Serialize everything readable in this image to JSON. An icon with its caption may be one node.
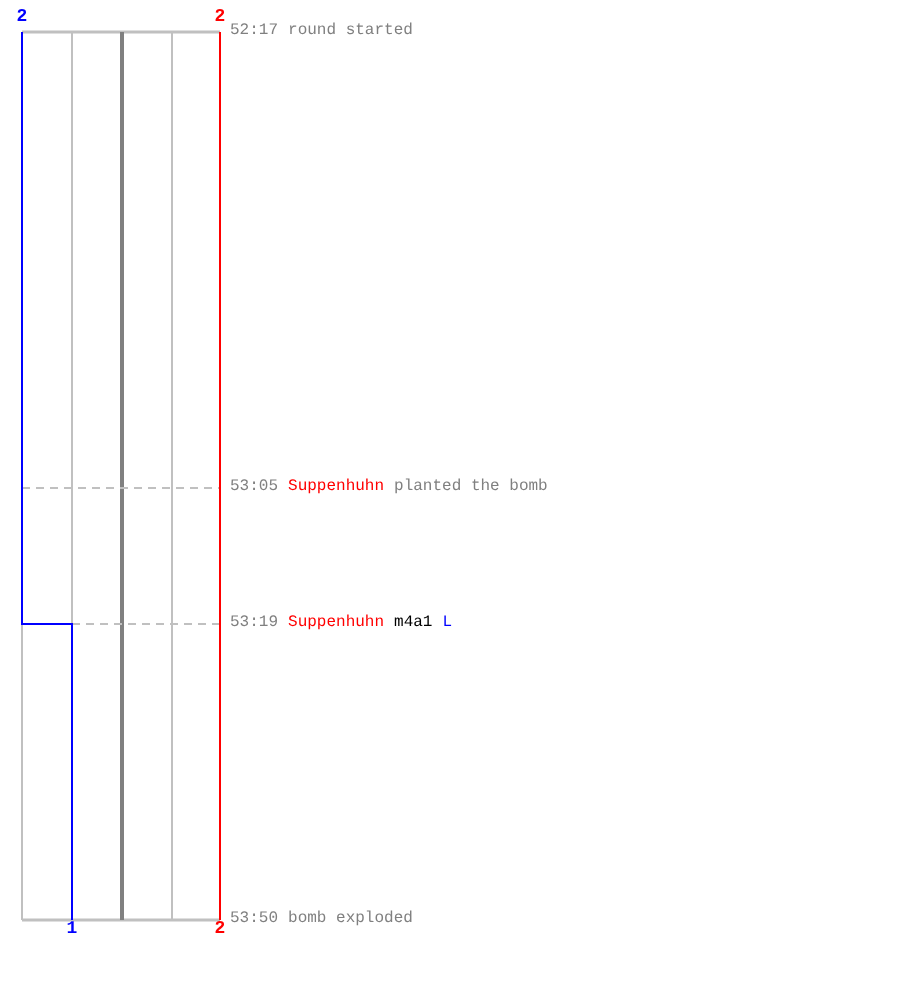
{
  "diagram": {
    "labels": [
      "2",
      "2",
      "52:17",
      "round started",
      "53:05",
      "Suppenhuhn",
      "planted the bomb",
      "53:19",
      "Suppenhuhn",
      "m4a1",
      "L",
      "53:50",
      "bomb exploded",
      "1",
      "2"
    ]
  }
}
